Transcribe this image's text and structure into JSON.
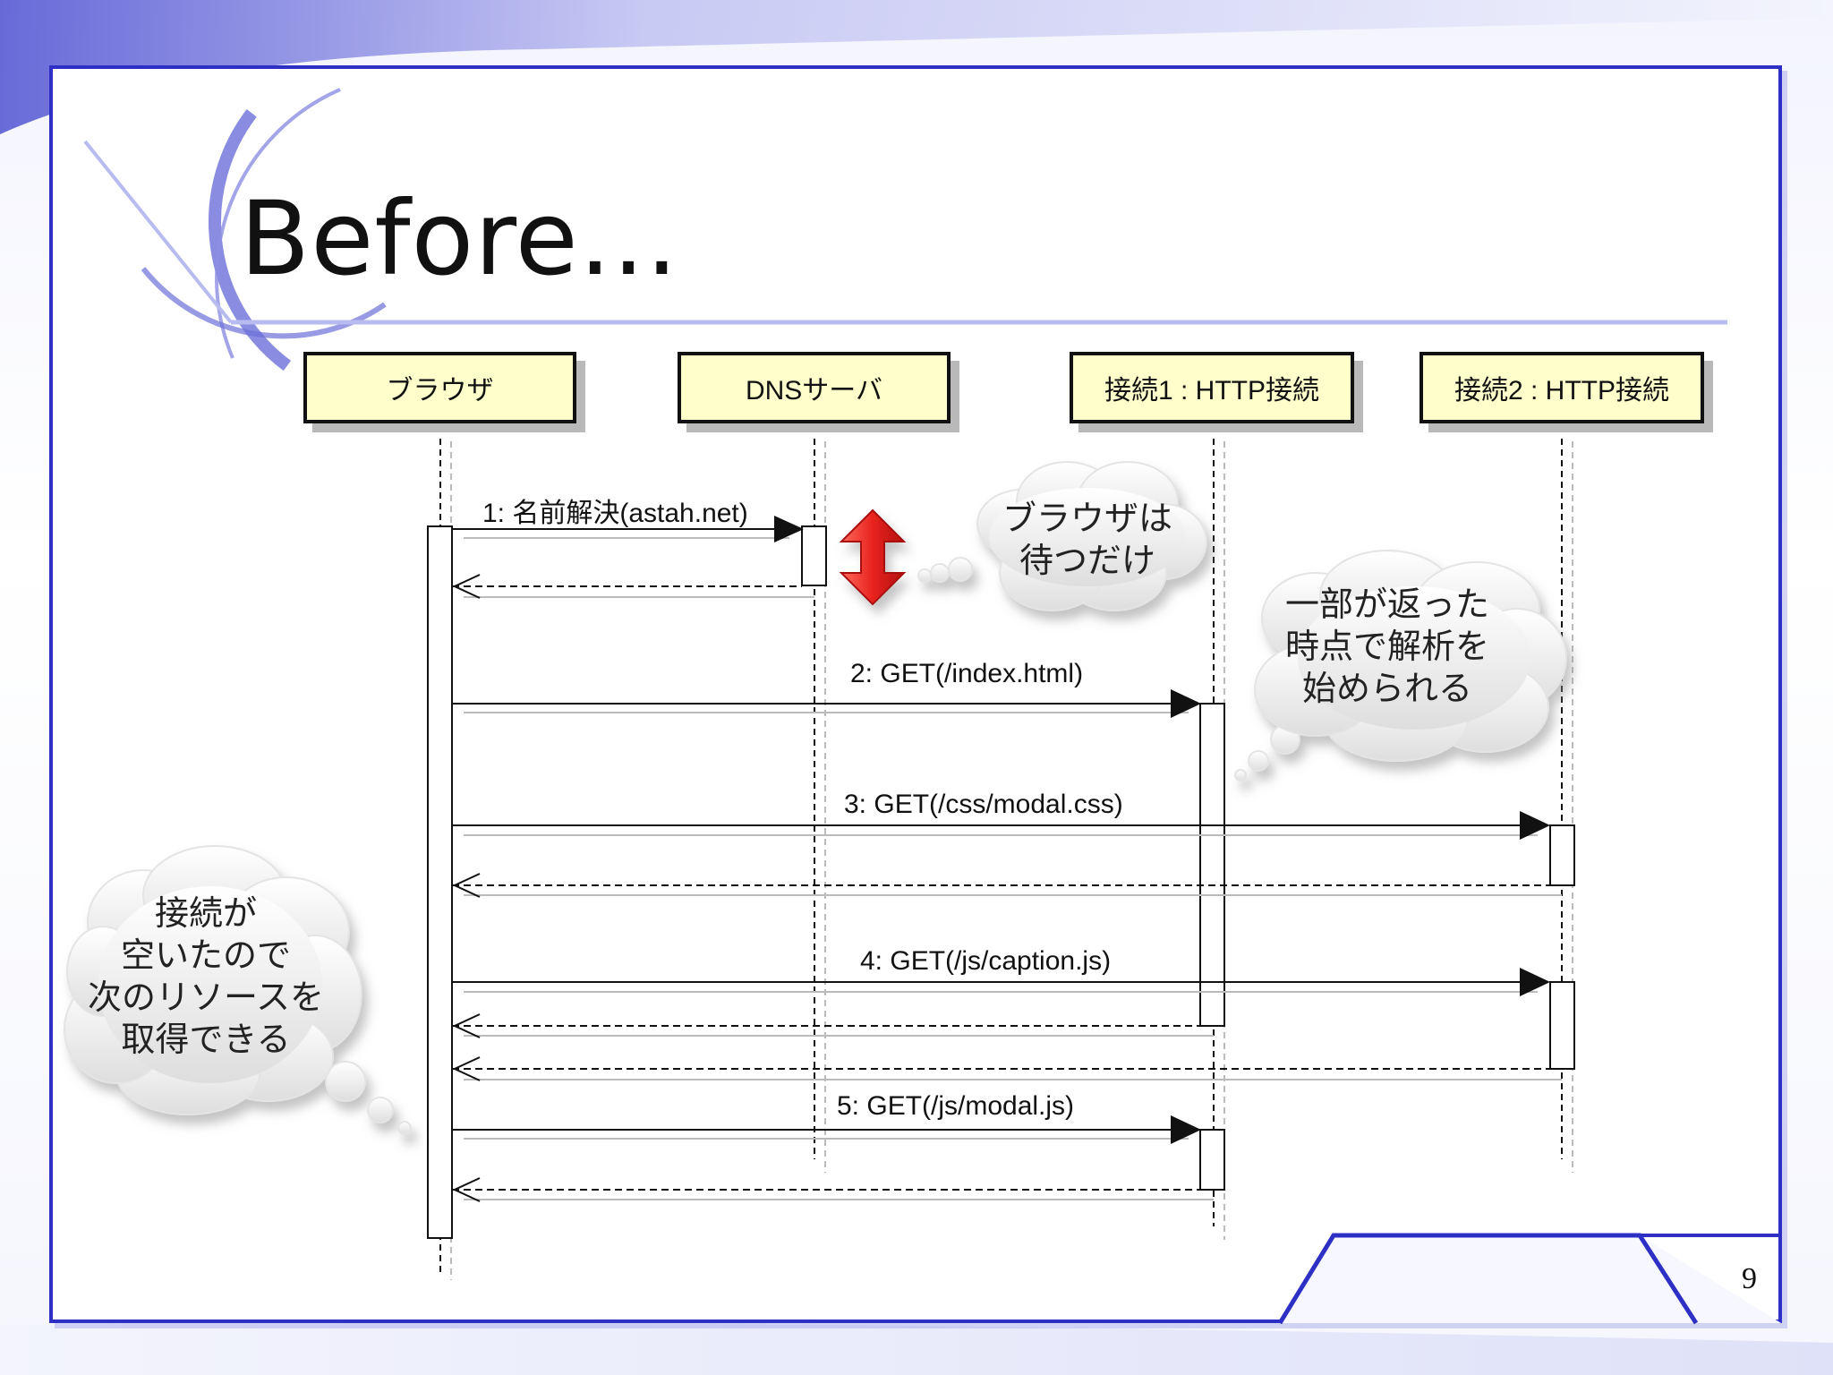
{
  "slide": {
    "title": "Before...",
    "page_number": "9"
  },
  "lifelines": [
    {
      "label": "ブラウザ"
    },
    {
      "label": "DNSサーバ"
    },
    {
      "label": "接続1 : HTTP接続"
    },
    {
      "label": "接続2 : HTTP接続"
    }
  ],
  "messages": [
    {
      "label": "1: 名前解決(astah.net)"
    },
    {
      "label": "2: GET(/index.html)"
    },
    {
      "label": "3: GET(/css/modal.css)"
    },
    {
      "label": "4: GET(/js/caption.js)"
    },
    {
      "label": "5: GET(/js/modal.js)"
    }
  ],
  "callouts": [
    {
      "lines": [
        "ブラウザは",
        "待つだけ"
      ]
    },
    {
      "lines": [
        "一部が返った",
        "時点で解析を",
        "始められる"
      ]
    },
    {
      "lines": [
        "接続が",
        "空いたので",
        "次のリソースを",
        "取得できる"
      ]
    }
  ],
  "colors": {
    "frame": "#2e2fc4",
    "lifeline_fill": "#ffffcc",
    "wait_arrow": "#e8231f"
  }
}
